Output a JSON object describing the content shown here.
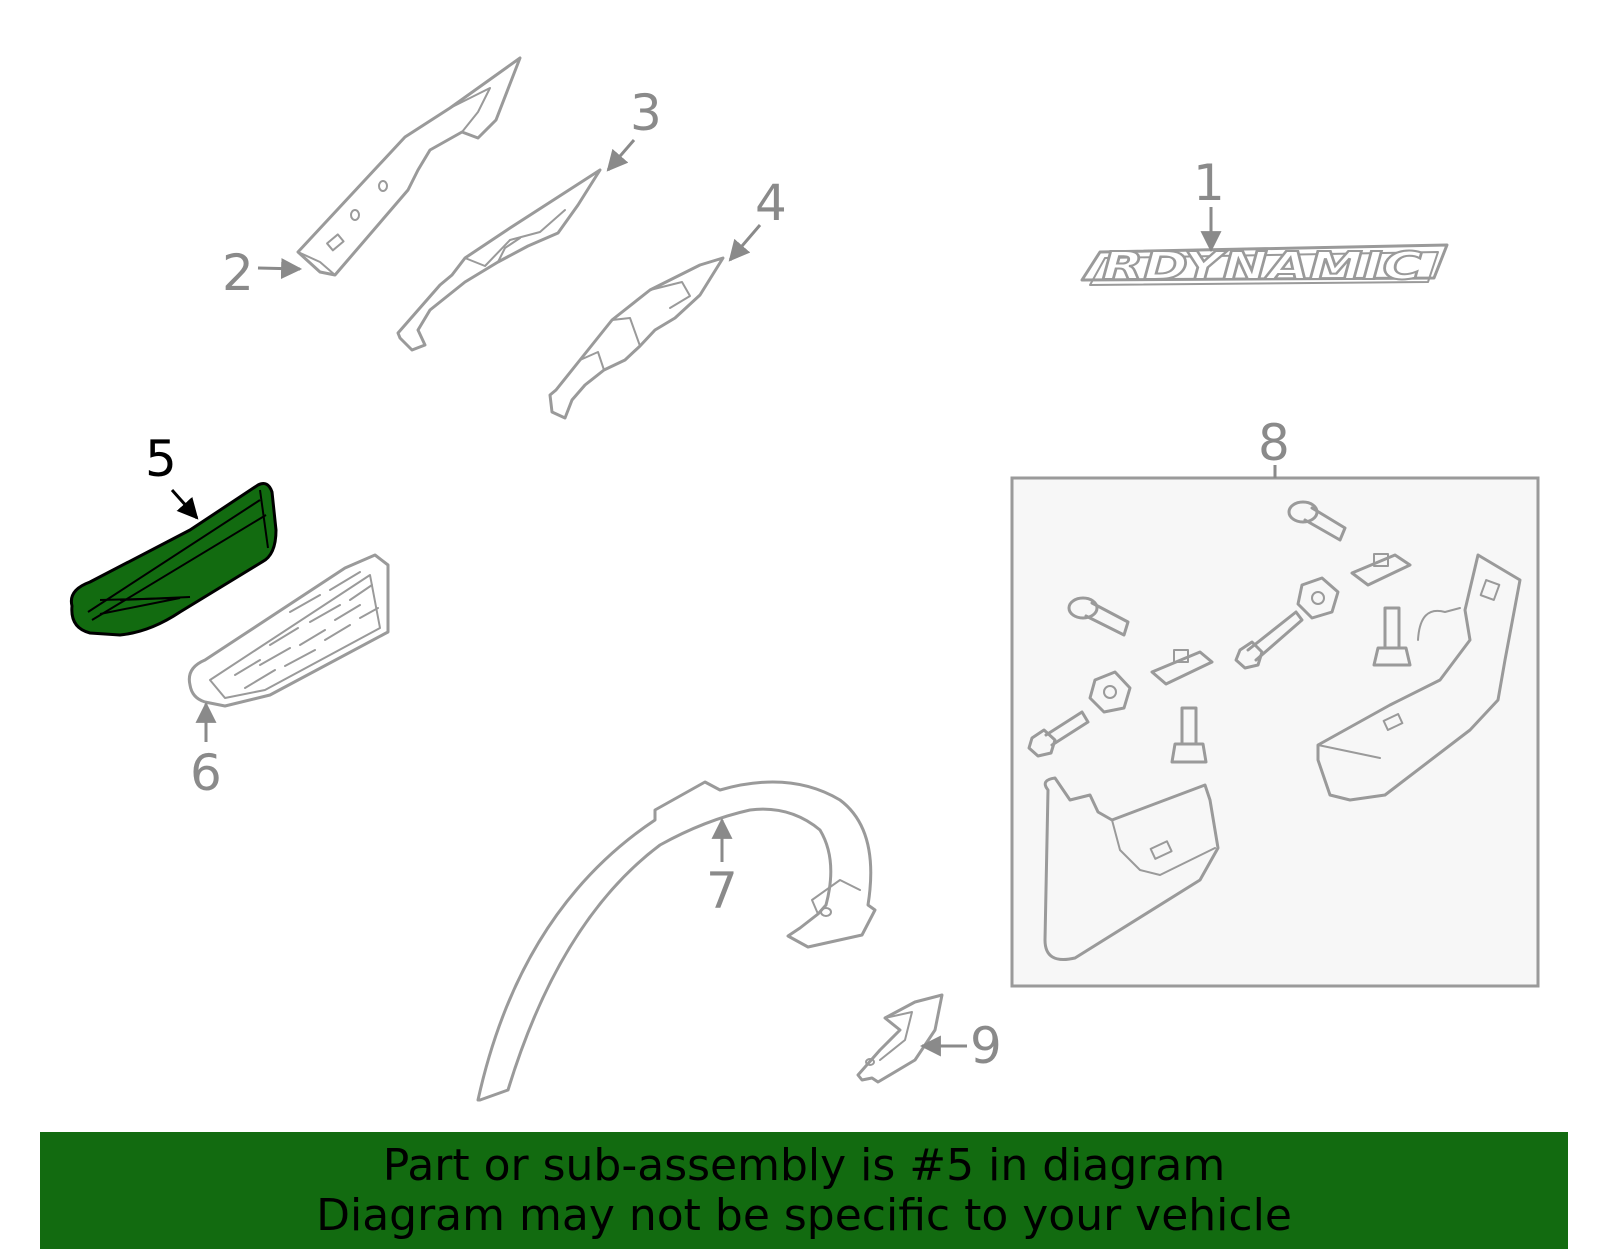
{
  "emblem_text": "RDYNAMIC",
  "callouts": [
    {
      "id": 1,
      "label": "1"
    },
    {
      "id": 2,
      "label": "2"
    },
    {
      "id": 3,
      "label": "3"
    },
    {
      "id": 4,
      "label": "4"
    },
    {
      "id": 5,
      "label": "5"
    },
    {
      "id": 6,
      "label": "6"
    },
    {
      "id": 7,
      "label": "7"
    },
    {
      "id": 8,
      "label": "8"
    },
    {
      "id": 9,
      "label": "9"
    }
  ],
  "highlight": {
    "part": "5",
    "color": "#126b10"
  },
  "banner": {
    "line1": "Part or sub-assembly is #5 in diagram",
    "line2": "Diagram may not be specific to your vehicle",
    "color": "#126b10"
  }
}
